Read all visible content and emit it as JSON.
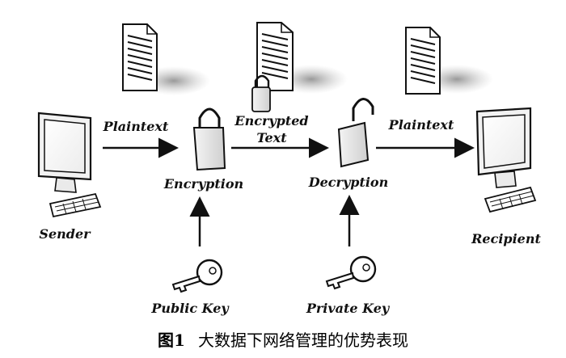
{
  "diagram": {
    "nodes": {
      "sender": "Sender",
      "encryption": "Encryption",
      "decryption": "Decryption",
      "recipient": "Recipient",
      "public_key": "Public Key",
      "private_key": "Private Key"
    },
    "edges": {
      "plaintext_in": "Plaintext",
      "encrypted_line1": "Encrypted",
      "encrypted_line2": "Text",
      "plaintext_out": "Plaintext"
    }
  },
  "caption": {
    "label": "图1",
    "title": "大数据下网络管理的优势表现"
  }
}
